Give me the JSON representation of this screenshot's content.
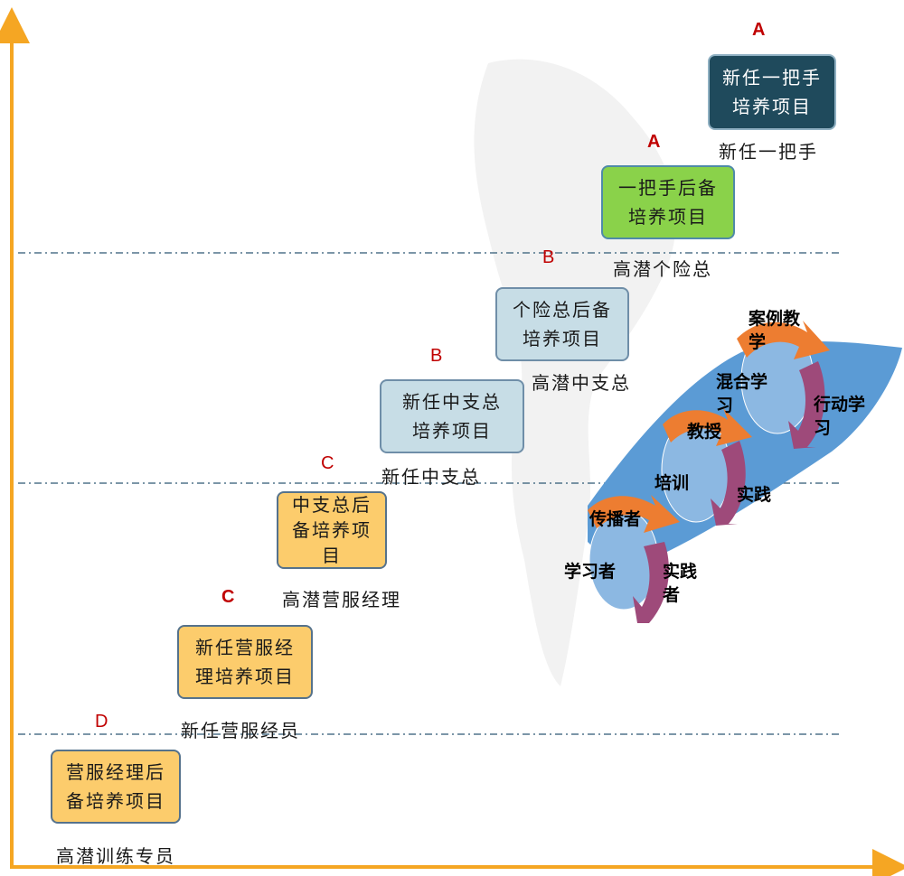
{
  "stages": [
    {
      "id": "s1",
      "grade": "A",
      "project": "新任一把手\n培养项目",
      "role": "新任一把手",
      "color": "#1f4a5c"
    },
    {
      "id": "s2",
      "grade": "A",
      "project": "一把手后备\n培养项目",
      "role": "高潜个险总",
      "color": "#8ad24a"
    },
    {
      "id": "s3",
      "grade": "B",
      "project": "个险总后备\n培养项目",
      "role": "高潜中支总",
      "color": "#c7dde6"
    },
    {
      "id": "s4",
      "grade": "B",
      "project": "新任中支总\n培养项目",
      "role": "新任中支总",
      "color": "#c7dde6"
    },
    {
      "id": "s5",
      "grade": "C",
      "project": "中支总后\n备培养项\n目",
      "role": "高潜营服经理",
      "color": "#fccc6c"
    },
    {
      "id": "s6",
      "grade": "C",
      "project": "新任营服经\n理培养项目",
      "role": "新任营服经员",
      "color": "#fccc6c"
    },
    {
      "id": "s7",
      "grade": "D",
      "project": "营服经理后\n备培养项目",
      "role": "高潜训练专员",
      "color": "#fccc6c"
    }
  ],
  "cycle": {
    "labels": {
      "case": "案例教\n学",
      "blended": "混合学\n习",
      "action": "行动学\n习",
      "teach": "教授",
      "training": "培训",
      "practice": "实践",
      "spreader": "传播者",
      "learner": "学习者",
      "practitioner": "实践\n者"
    },
    "colors": {
      "band": "#5b9bd5",
      "orange": "#ed7d31",
      "purple": "#9e4a7a"
    }
  },
  "axis_color": "#f5a623",
  "divider_color": "#2e5874"
}
